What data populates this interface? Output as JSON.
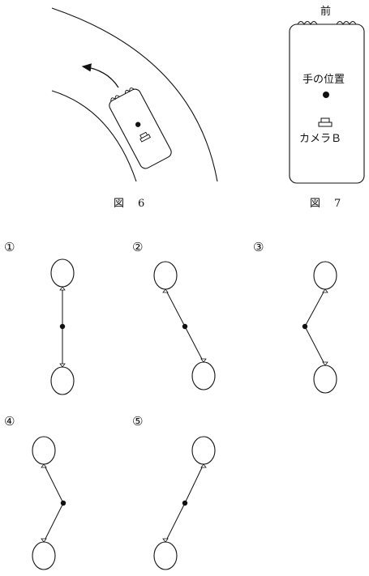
{
  "figures": [
    {
      "id": "fig6",
      "caption": "図　6"
    },
    {
      "id": "fig7",
      "caption": "図　7",
      "front_label": "前",
      "hand_label": "手の位置",
      "camera_label": "カメラＢ"
    }
  ],
  "options": [
    {
      "label": "①"
    },
    {
      "label": "②"
    },
    {
      "label": "③"
    },
    {
      "label": "④"
    },
    {
      "label": "⑤"
    }
  ],
  "colors": {
    "ink": "#111111",
    "background": "#ffffff"
  }
}
